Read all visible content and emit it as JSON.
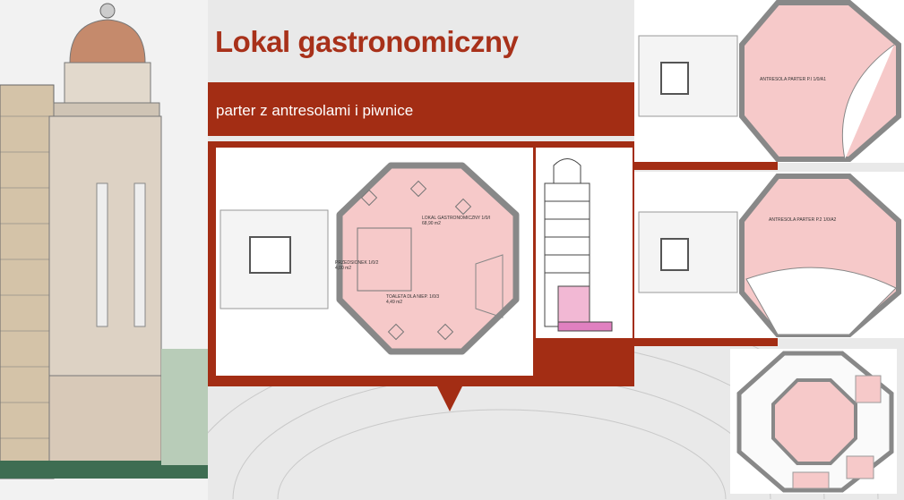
{
  "slide": {
    "title": "Lokal gastronomiczny",
    "subtitle": "parter z antresolami i piwnice"
  },
  "plan_main": {
    "room_main": "LOKAL GASTRONOMICZNY 1/0/I",
    "room_main_area": "68,90 m2",
    "room_hall": "PRZEDSIONEK 1/0/2",
    "room_hall_area": "4,00 m2",
    "room_wc": "TOALETA DLA NIEP. 1/0/3",
    "room_wc_area": "4,49 m2"
  },
  "plan_top": {
    "room": "ANTRESOLA PARTER P.I 1/0/A1"
  },
  "plan_mid": {
    "room": "ANTRESOLA PARTER P.2 1/0/A2"
  },
  "colors": {
    "accent": "#a32d14",
    "plan_fill": "#f6c9c9"
  }
}
